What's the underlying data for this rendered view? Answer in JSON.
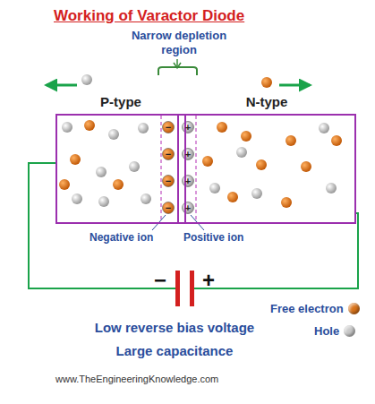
{
  "diagram": {
    "title": "Working of Varactor Diode",
    "nodes": [
      {
        "text": [
          "P-type"
        ]
      },
      {
        "text": [
          "N-type"
        ]
      }
    ],
    "edges": [
      {
        "from": 0,
        "to": 1,
        "arrow": "none"
      }
    ],
    "labels": [
      "Narrow depletion region",
      "−",
      "−",
      "−",
      "−",
      "+",
      "+",
      "+",
      "+",
      "Negative ion",
      "Positive ion",
      "−",
      "+",
      "Low reverse bias voltage",
      "Large capacitance",
      "www.TheEngineeringKnowledge.com"
    ],
    "legend": [
      {
        "text": "Free electron",
        "color": "#d9731a"
      },
      {
        "text": "Hole",
        "color": "#c8c8c8"
      }
    ]
  }
}
